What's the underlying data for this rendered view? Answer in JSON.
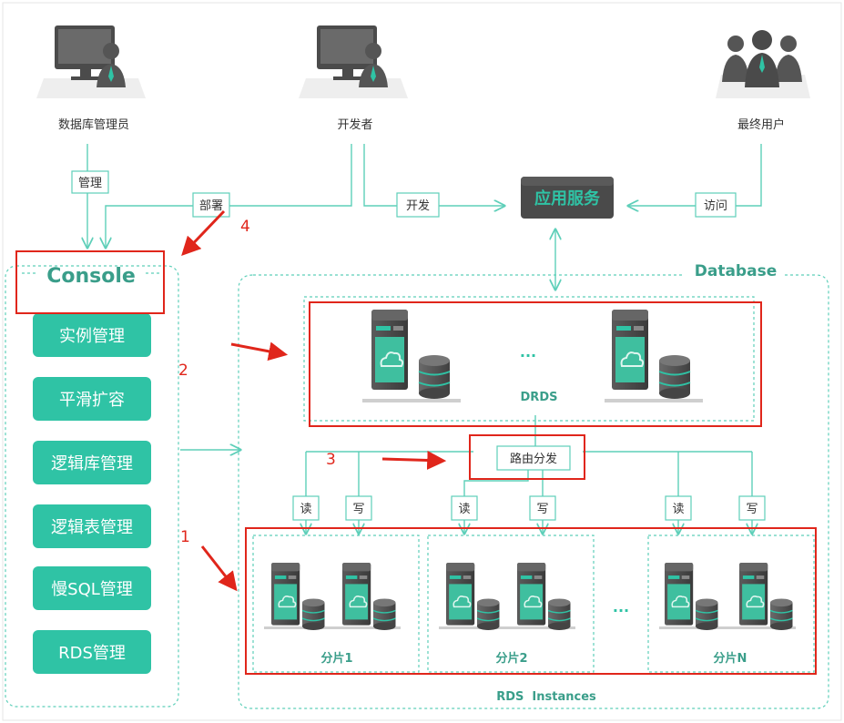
{
  "roles": {
    "dba": "数据库管理员",
    "developer": "开发者",
    "end_user": "最终用户"
  },
  "edges": {
    "manage": "管理",
    "deploy": "部署",
    "develop": "开发",
    "visit": "访问",
    "route": "路由分发",
    "read": "读",
    "write": "写"
  },
  "app_service": "应用服务",
  "console": {
    "title": "Console",
    "buttons": [
      "实例管理",
      "平滑扩容",
      "逻辑库管理",
      "逻辑表管理",
      "慢SQL管理",
      "RDS管理"
    ]
  },
  "database": {
    "title": "Database",
    "drds_label": "DRDS",
    "ellipsis": "...",
    "shards": [
      "分片1",
      "分片2",
      "分片N"
    ],
    "shard_ellipsis": "...",
    "rds_label": "RDS  Instances"
  },
  "annotations": [
    "1",
    "2",
    "3",
    "4"
  ],
  "colors": {
    "teal": "#2fc3a5",
    "teal_line": "#5ecfb9",
    "red": "#e0261b",
    "dark": "#4a4a4a"
  },
  "icons": [
    "monitor-user-icon",
    "user-group-icon",
    "server-cloud-icon",
    "database-cylinder-icon"
  ]
}
